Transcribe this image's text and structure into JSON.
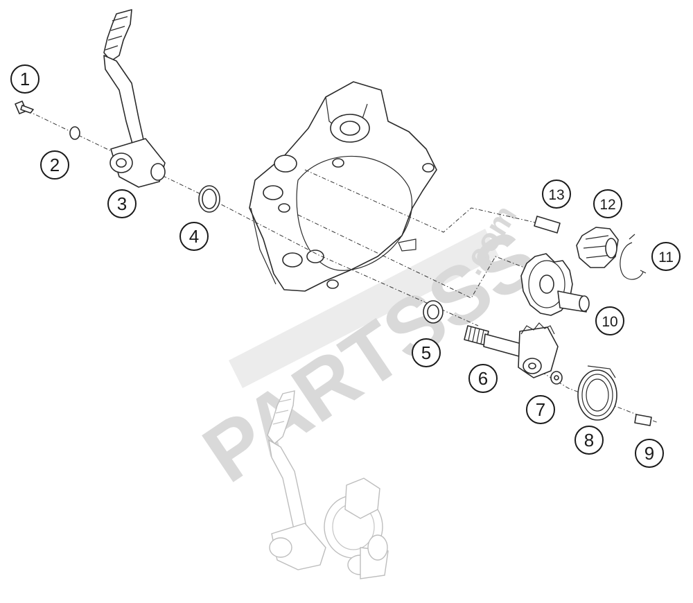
{
  "diagram": {
    "watermark": {
      "text": "PARTSSS",
      "suffix": ".com"
    },
    "callouts": [
      {
        "id": "1",
        "label": "1"
      },
      {
        "id": "2",
        "label": "2"
      },
      {
        "id": "3",
        "label": "3"
      },
      {
        "id": "4",
        "label": "4"
      },
      {
        "id": "5",
        "label": "5"
      },
      {
        "id": "6",
        "label": "6"
      },
      {
        "id": "7",
        "label": "7"
      },
      {
        "id": "8",
        "label": "8"
      },
      {
        "id": "9",
        "label": "9"
      },
      {
        "id": "10",
        "label": "10"
      },
      {
        "id": "11",
        "label": "11"
      },
      {
        "id": "12",
        "label": "12"
      },
      {
        "id": "13",
        "label": "13"
      }
    ]
  }
}
